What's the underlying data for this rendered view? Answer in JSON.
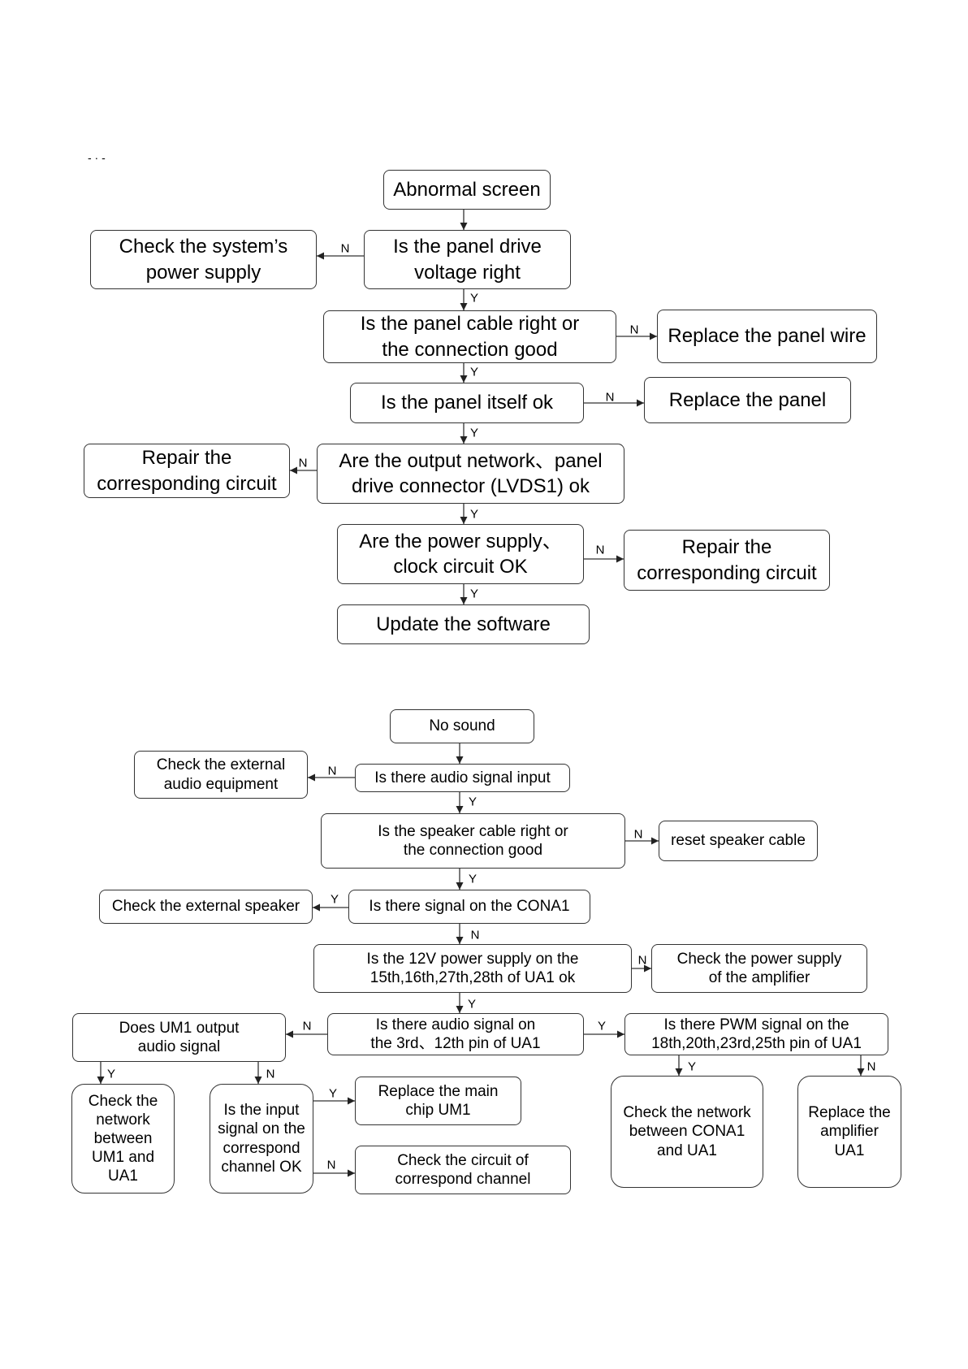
{
  "flowchart_screen": {
    "header_mark": "- · -",
    "nodes": {
      "abnormal": "Abnormal screen",
      "check_power_supply": "Check the system’s\npower supply",
      "panel_voltage": "Is the panel drive\nvoltage right",
      "panel_cable": "Is the panel cable right or\nthe connection good",
      "replace_wire": "Replace the panel wire",
      "panel_ok": "Is the panel itself ok",
      "replace_panel": "Replace the panel",
      "repair_left": "Repair the\ncorresponding circuit",
      "output_network": "Are the output network、panel\ndrive connector (LVDS1) ok",
      "power_clock": "Are the power supply、\nclock circuit OK",
      "repair_right": "Repair the\ncorresponding circuit",
      "update_software": "Update the software"
    }
  },
  "flowchart_sound": {
    "nodes": {
      "no_sound": "No sound",
      "check_ext_audio": "Check the external\naudio equipment",
      "audio_input": "Is there audio signal input",
      "speaker_cable": "Is the speaker cable right or\nthe connection good",
      "reset_speaker": "reset speaker cable",
      "check_ext_speaker": "Check the external speaker",
      "signal_cona1": "Is there signal on the CONA1",
      "power_12v": "Is the 12V power supply on the\n15th,16th,27th,28th of UA1 ok",
      "check_amp_power": "Check the power supply\nof the amplifier",
      "um1_output": "Does UM1 output\naudio signal",
      "audio_on_ua1": "Is there audio signal on\nthe 3rd、12th pin of UA1",
      "pwm_signal": "Is there PWM signal on the\n18th,20th,23rd,25th pin of UA1",
      "check_net_um1": "Check the\nnetwork\nbetween\nUM1 and\nUA1",
      "input_signal": "Is the input\nsignal on the\ncorrespond\nchannel OK",
      "replace_um1": "Replace the main\nchip UM1",
      "check_circuit": "Check the circuit of\ncorrespond channel",
      "check_net_cona1": "Check the network\nbetween CONA1\nand UA1",
      "replace_amp": "Replace the\namplifier\nUA1"
    }
  },
  "edge_labels": {
    "yes": "Y",
    "no": "N"
  },
  "colors": {
    "stroke": "#333333",
    "text": "#000000",
    "background": "#ffffff"
  }
}
